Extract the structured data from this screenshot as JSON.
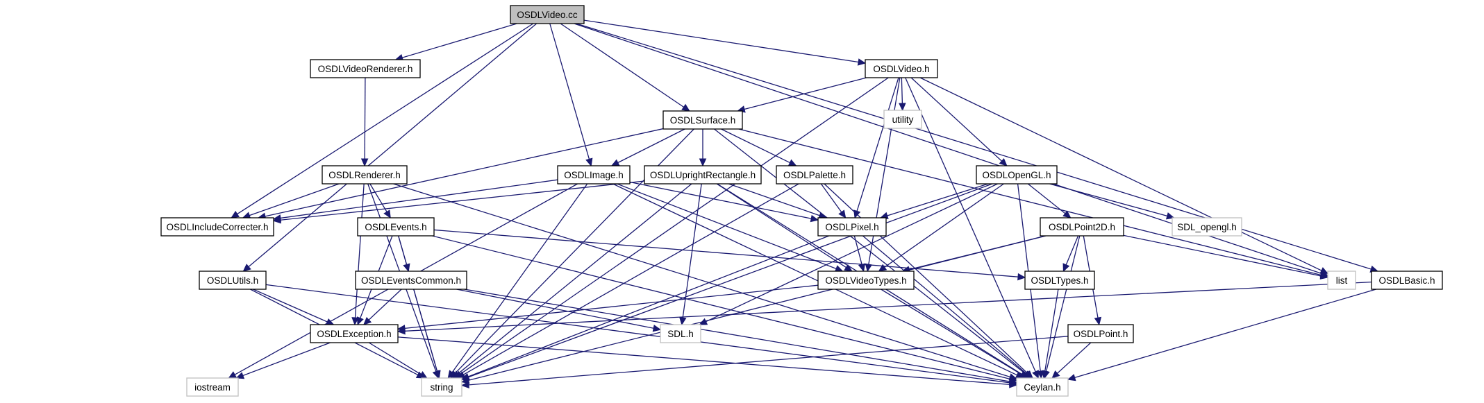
{
  "nodes": [
    {
      "id": "osdlvideo_cc",
      "label": "OSDLVideo.cc",
      "kind": "root"
    },
    {
      "id": "osdlvideorenderer_h",
      "label": "OSDLVideoRenderer.h",
      "kind": "local"
    },
    {
      "id": "osdlvideo_h",
      "label": "OSDLVideo.h",
      "kind": "local"
    },
    {
      "id": "utility",
      "label": "utility",
      "kind": "system"
    },
    {
      "id": "osdlsurface_h",
      "label": "OSDLSurface.h",
      "kind": "local"
    },
    {
      "id": "osdlrenderer_h",
      "label": "OSDLRenderer.h",
      "kind": "local"
    },
    {
      "id": "osdlimage_h",
      "label": "OSDLImage.h",
      "kind": "local"
    },
    {
      "id": "osdluprightrectangle_h",
      "label": "OSDLUprightRectangle.h",
      "kind": "local"
    },
    {
      "id": "osdlpalette_h",
      "label": "OSDLPalette.h",
      "kind": "local"
    },
    {
      "id": "osdlopengl_h",
      "label": "OSDLOpenGL.h",
      "kind": "local"
    },
    {
      "id": "osdlincludecorrecter_h",
      "label": "OSDLIncludeCorrecter.h",
      "kind": "local"
    },
    {
      "id": "osdlevents_h",
      "label": "OSDLEvents.h",
      "kind": "local"
    },
    {
      "id": "osdlpixel_h",
      "label": "OSDLPixel.h",
      "kind": "local"
    },
    {
      "id": "osdlpoint2d_h",
      "label": "OSDLPoint2D.h",
      "kind": "local"
    },
    {
      "id": "sdl_opengl_h",
      "label": "SDL_opengl.h",
      "kind": "system"
    },
    {
      "id": "osdlutils_h",
      "label": "OSDLUtils.h",
      "kind": "local"
    },
    {
      "id": "osdleventscommon_h",
      "label": "OSDLEventsCommon.h",
      "kind": "local"
    },
    {
      "id": "osdlvideotypes_h",
      "label": "OSDLVideoTypes.h",
      "kind": "local"
    },
    {
      "id": "osdltypes_h",
      "label": "OSDLTypes.h",
      "kind": "local"
    },
    {
      "id": "list",
      "label": "list",
      "kind": "system"
    },
    {
      "id": "osdlbasic_h",
      "label": "OSDLBasic.h",
      "kind": "local"
    },
    {
      "id": "osdlexception_h",
      "label": "OSDLException.h",
      "kind": "local"
    },
    {
      "id": "sdl_h",
      "label": "SDL.h",
      "kind": "system"
    },
    {
      "id": "osdlpoint_h",
      "label": "OSDLPoint.h",
      "kind": "local"
    },
    {
      "id": "iostream",
      "label": "iostream",
      "kind": "system"
    },
    {
      "id": "string",
      "label": "string",
      "kind": "system"
    },
    {
      "id": "ceylan_h",
      "label": "Ceylan.h",
      "kind": "system"
    }
  ],
  "edges": [
    [
      "osdlvideo_cc",
      "osdlvideorenderer_h"
    ],
    [
      "osdlvideo_cc",
      "osdlvideo_h"
    ],
    [
      "osdlvideo_cc",
      "osdlsurface_h"
    ],
    [
      "osdlvideo_cc",
      "osdlimage_h"
    ],
    [
      "osdlvideo_cc",
      "osdlincludecorrecter_h"
    ],
    [
      "osdlvideo_cc",
      "osdlutils_h"
    ],
    [
      "osdlvideo_cc",
      "list"
    ],
    [
      "osdlvideo_cc",
      "osdlbasic_h"
    ],
    [
      "osdlvideorenderer_h",
      "osdlrenderer_h"
    ],
    [
      "osdlvideo_h",
      "utility"
    ],
    [
      "osdlvideo_h",
      "osdlsurface_h"
    ],
    [
      "osdlvideo_h",
      "osdlopengl_h"
    ],
    [
      "osdlvideo_h",
      "osdlpixel_h"
    ],
    [
      "osdlvideo_h",
      "osdlvideotypes_h"
    ],
    [
      "osdlvideo_h",
      "list"
    ],
    [
      "osdlvideo_h",
      "string"
    ],
    [
      "osdlvideo_h",
      "ceylan_h"
    ],
    [
      "osdlsurface_h",
      "osdlimage_h"
    ],
    [
      "osdlsurface_h",
      "osdluprightrectangle_h"
    ],
    [
      "osdlsurface_h",
      "osdlpalette_h"
    ],
    [
      "osdlsurface_h",
      "osdlincludecorrecter_h"
    ],
    [
      "osdlsurface_h",
      "list"
    ],
    [
      "osdlsurface_h",
      "string"
    ],
    [
      "osdlsurface_h",
      "ceylan_h"
    ],
    [
      "osdlrenderer_h",
      "osdlevents_h"
    ],
    [
      "osdlrenderer_h",
      "osdlincludecorrecter_h"
    ],
    [
      "osdlrenderer_h",
      "osdlexception_h"
    ],
    [
      "osdlrenderer_h",
      "string"
    ],
    [
      "osdlrenderer_h",
      "ceylan_h"
    ],
    [
      "osdlimage_h",
      "osdlincludecorrecter_h"
    ],
    [
      "osdlimage_h",
      "osdlpixel_h"
    ],
    [
      "osdlimage_h",
      "osdlvideotypes_h"
    ],
    [
      "osdlimage_h",
      "iostream"
    ],
    [
      "osdlimage_h",
      "string"
    ],
    [
      "osdlimage_h",
      "ceylan_h"
    ],
    [
      "osdluprightrectangle_h",
      "osdlincludecorrecter_h"
    ],
    [
      "osdluprightrectangle_h",
      "osdlpixel_h"
    ],
    [
      "osdluprightrectangle_h",
      "osdlvideotypes_h"
    ],
    [
      "osdluprightrectangle_h",
      "sdl_h"
    ],
    [
      "osdluprightrectangle_h",
      "string"
    ],
    [
      "osdluprightrectangle_h",
      "ceylan_h"
    ],
    [
      "osdlpalette_h",
      "osdlpixel_h"
    ],
    [
      "osdlpalette_h",
      "string"
    ],
    [
      "osdlpalette_h",
      "ceylan_h"
    ],
    [
      "osdlopengl_h",
      "osdlpixel_h"
    ],
    [
      "osdlopengl_h",
      "osdlpoint2d_h"
    ],
    [
      "osdlopengl_h",
      "sdl_opengl_h"
    ],
    [
      "osdlopengl_h",
      "osdlvideotypes_h"
    ],
    [
      "osdlopengl_h",
      "sdl_h"
    ],
    [
      "osdlopengl_h",
      "string"
    ],
    [
      "osdlopengl_h",
      "ceylan_h"
    ],
    [
      "osdlevents_h",
      "osdleventscommon_h"
    ],
    [
      "osdlevents_h",
      "osdlexception_h"
    ],
    [
      "osdlevents_h",
      "osdltypes_h"
    ],
    [
      "osdlevents_h",
      "string"
    ],
    [
      "osdlevents_h",
      "ceylan_h"
    ],
    [
      "osdlpixel_h",
      "osdlvideotypes_h"
    ],
    [
      "osdlpixel_h",
      "string"
    ],
    [
      "osdlpixel_h",
      "ceylan_h"
    ],
    [
      "osdlpoint2d_h",
      "osdlvideotypes_h"
    ],
    [
      "osdlpoint2d_h",
      "osdltypes_h"
    ],
    [
      "osdlpoint2d_h",
      "osdlpoint_h"
    ],
    [
      "osdlpoint2d_h",
      "list"
    ],
    [
      "osdlpoint2d_h",
      "string"
    ],
    [
      "osdlpoint2d_h",
      "ceylan_h"
    ],
    [
      "osdlutils_h",
      "osdlexception_h"
    ],
    [
      "osdlutils_h",
      "string"
    ],
    [
      "osdlutils_h",
      "ceylan_h"
    ],
    [
      "osdleventscommon_h",
      "osdlexception_h"
    ],
    [
      "osdleventscommon_h",
      "sdl_h"
    ],
    [
      "osdleventscommon_h",
      "string"
    ],
    [
      "osdleventscommon_h",
      "ceylan_h"
    ],
    [
      "osdlvideotypes_h",
      "osdlexception_h"
    ],
    [
      "osdlvideotypes_h",
      "ceylan_h"
    ],
    [
      "osdltypes_h",
      "ceylan_h"
    ],
    [
      "osdlbasic_h",
      "osdlexception_h"
    ],
    [
      "osdlbasic_h",
      "ceylan_h"
    ],
    [
      "osdlexception_h",
      "iostream"
    ],
    [
      "osdlexception_h",
      "string"
    ],
    [
      "osdlexception_h",
      "ceylan_h"
    ],
    [
      "osdlpoint_h",
      "string"
    ],
    [
      "osdlpoint_h",
      "ceylan_h"
    ]
  ],
  "colors": {
    "edge": "#191970",
    "root_fill": "#bfbfbf",
    "system_border": "#bfbfbf"
  }
}
